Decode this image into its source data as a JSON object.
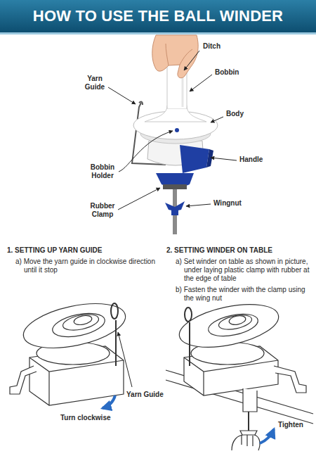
{
  "diagram": {
    "title": "HOW TO USE THE BALL WINDER",
    "labels": [
      "Ditch",
      "Bobbin",
      "Yarn Guide",
      "Body",
      "Handle",
      "Bobbin Holder",
      "Wingnut",
      "Rubber Clamp",
      "1. SETTING UP YARN GUIDE",
      "a) Move the yarn guide in clockwise direction until it stop",
      "2. SETTING WINDER ON TABLE",
      "a) Set winder on table as shown in picture, under laying plastic clamp with rubber at the edge of table",
      "b) Fasten the winder with the clamp using the wing nut",
      "Yarn Guide",
      "Turn clockwise",
      "Tighten"
    ]
  }
}
